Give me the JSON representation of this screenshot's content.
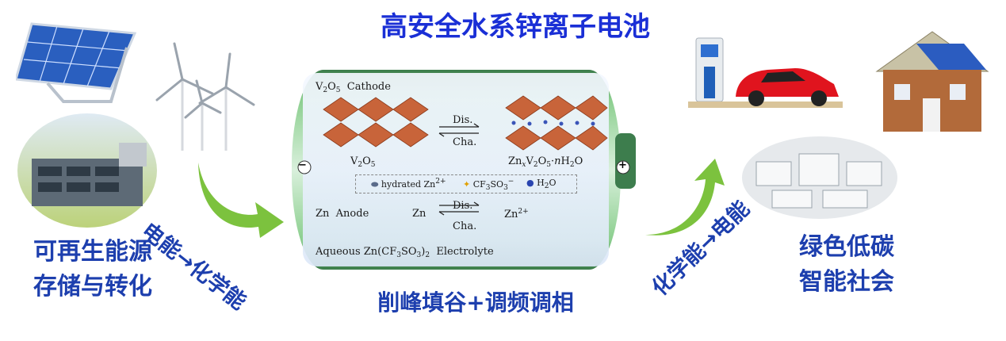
{
  "header": {
    "title": "高安全水系锌离子电池"
  },
  "left": {
    "caption_line1": "可再生能源",
    "caption_line2": "存储与转化",
    "arrow_label": "电能→化学能"
  },
  "right": {
    "caption_line1": "绿色低碳",
    "caption_line2": "智能社会",
    "arrow_label": "化学能→电能"
  },
  "bottom": {
    "caption": "削峰填谷+调频调相"
  },
  "battery": {
    "cathode_label": "Cathode",
    "anode_label": "Anode",
    "anode_species": "Zn",
    "electrolyte_label": "Electrolyte",
    "discharge": "Dis.",
    "charge": "Cha.",
    "legend": {
      "hydrated": "hydrated Zn",
      "water": "H"
    },
    "terminal_minus": "−",
    "terminal_plus": "+"
  },
  "colors": {
    "title": "#1a2fd6",
    "caption": "#1d3fae",
    "battery_body": "#6fb57a",
    "arrow": "#7cc23e",
    "crystal": "#c8643a"
  }
}
